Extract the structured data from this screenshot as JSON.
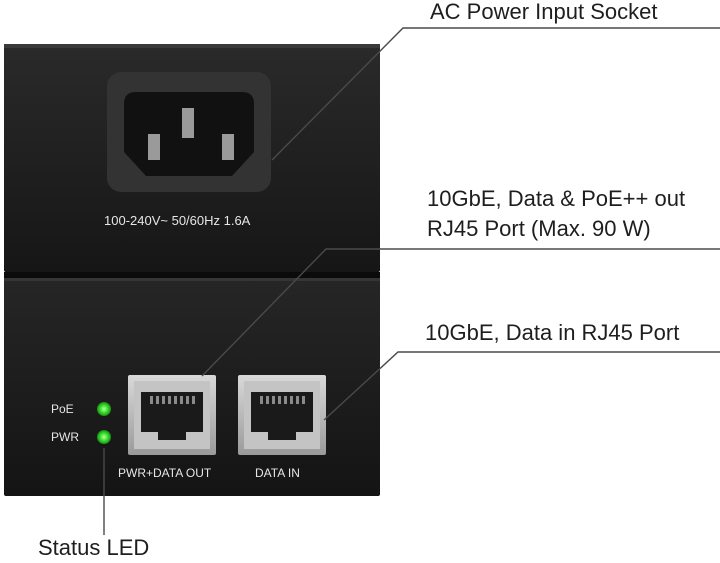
{
  "callouts": {
    "ac_socket": "AC Power Input Socket",
    "poe_out_line1": "10GbE, Data & PoE++ out",
    "poe_out_line2": "RJ45 Port (Max. 90 W)",
    "data_in": "10GbE, Data in RJ45 Port",
    "status_led": "Status LED"
  },
  "device": {
    "rating": "100-240V~ 50/60Hz 1.6A",
    "led_labels": [
      "PoE",
      "PWR"
    ],
    "port_labels": [
      "PWR+DATA OUT",
      "DATA IN"
    ],
    "led_color": "#37e02d",
    "body_color": "#1c1c1c"
  }
}
